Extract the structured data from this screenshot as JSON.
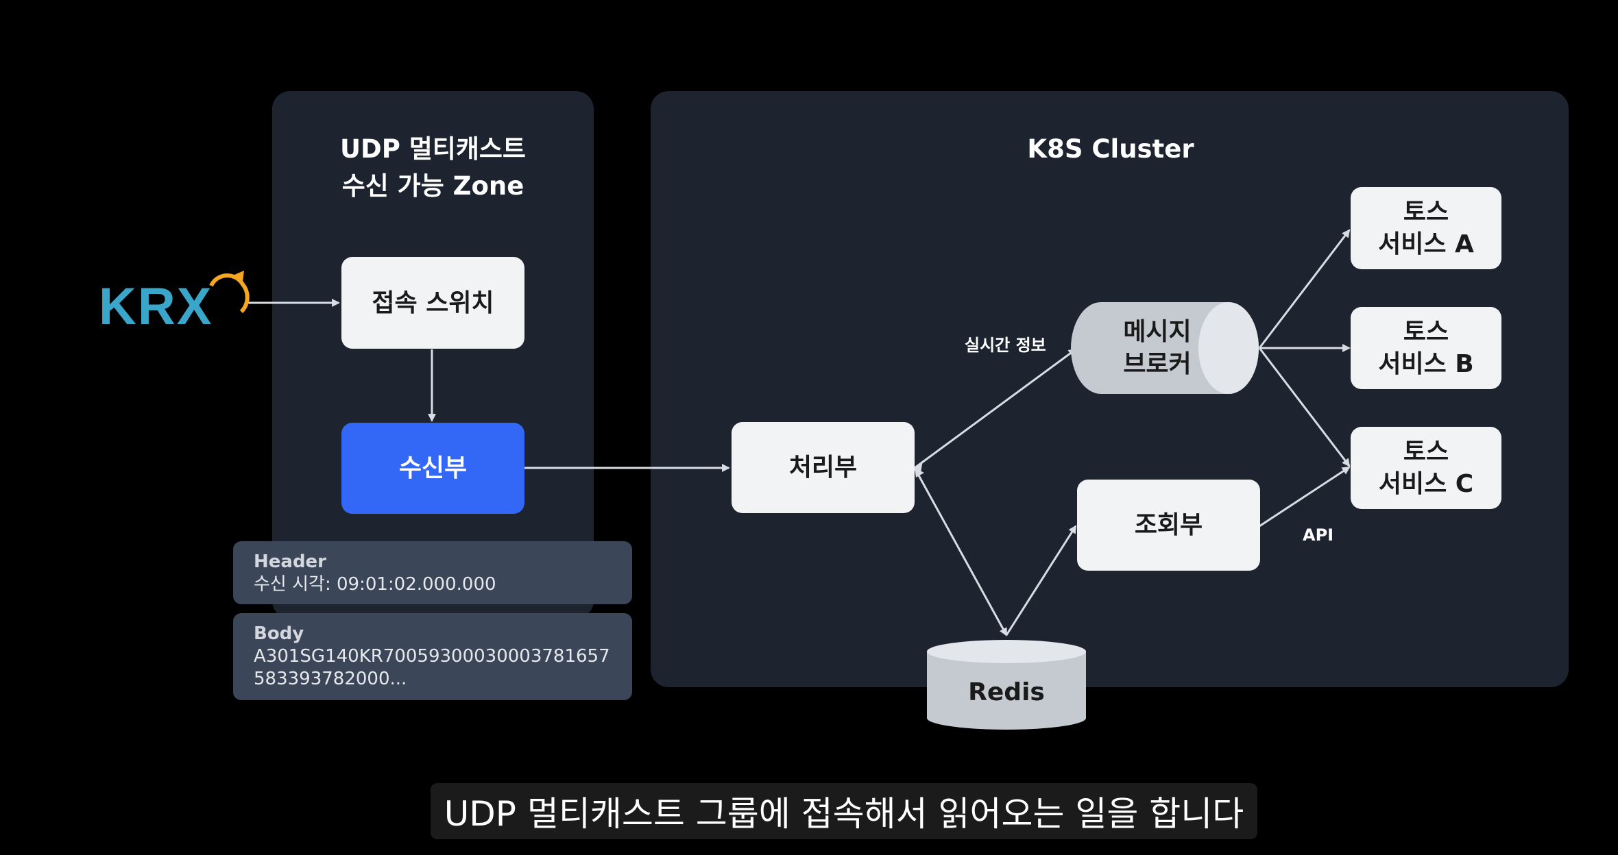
{
  "udp_zone": {
    "title_line1": "UDP 멀티캐스트",
    "title_line2": "수신 가능 Zone"
  },
  "k8s_cluster": {
    "title": "K8S Cluster"
  },
  "krx_logo": {
    "text": "KRX",
    "color": "#3aa6c9",
    "accent_color": "#f5a623"
  },
  "nodes": {
    "switch": "접속 스위치",
    "receiver": "수신부",
    "processor": "처리부",
    "broker_line1": "메시지",
    "broker_line2": "브로커",
    "query": "조회부",
    "redis": "Redis",
    "service_a_line1": "토스",
    "service_a_line2": "서비스 A",
    "service_b_line1": "토스",
    "service_b_line2": "서비스 B",
    "service_c_line1": "토스",
    "service_c_line2": "서비스 C"
  },
  "edge_labels": {
    "realtime": "실시간 정보",
    "api": "API"
  },
  "packet": {
    "header_label": "Header",
    "header_value": "수신 시각: 09:01:02.000.000",
    "body_label": "Body",
    "body_line1": "A301SG140KR7005930003000378165​7",
    "body_line2": "583393782000..."
  },
  "subtitle": "UDP 멀티캐스트 그룹에 접속해서 읽어오는 일을 합니다",
  "colors": {
    "panel": "#1d2430",
    "node": "#f2f3f5",
    "receiver": "#3268f5",
    "cylinder": "#c5cad1",
    "info": "#3b4758",
    "arrow": "#d9dde3"
  }
}
